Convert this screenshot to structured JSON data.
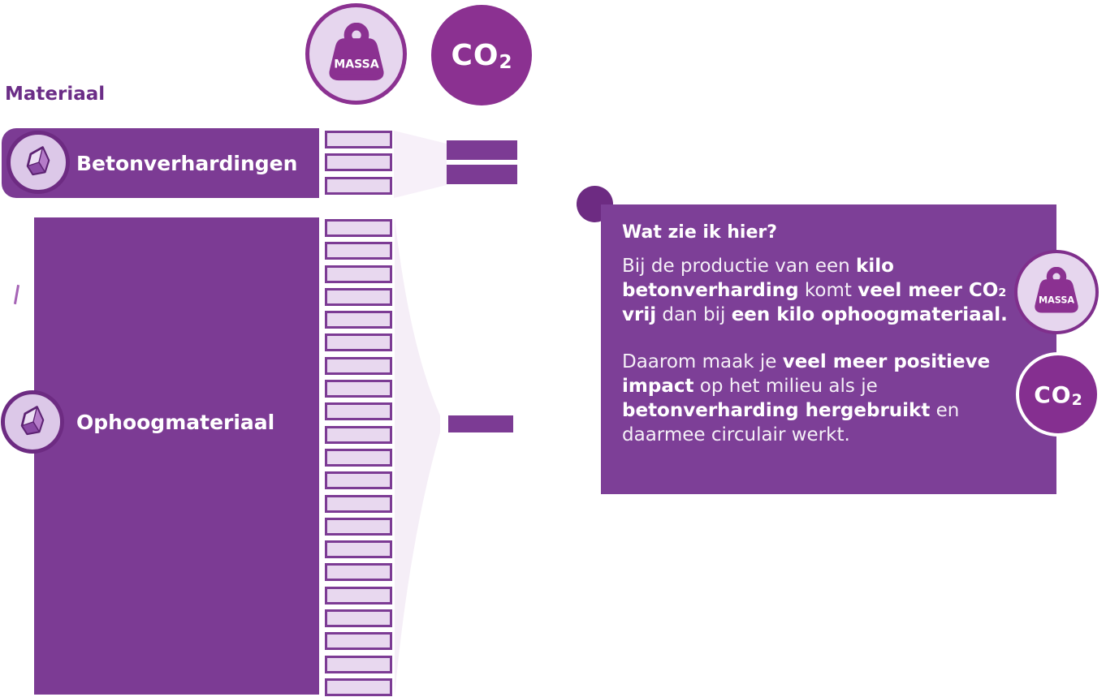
{
  "title": "Materiaal",
  "legend": {
    "massa": {
      "label": "MASSA"
    },
    "co2": {
      "text": "CO",
      "sub": "2"
    }
  },
  "rows": [
    {
      "label": "Betonverhardingen",
      "mass_units": 3,
      "co2_units": 2
    },
    {
      "label": "Ophoogmateriaal",
      "mass_units": 21,
      "co2_units": 1
    }
  ],
  "infobox": {
    "title": "Wat zie ik hier?",
    "paragraph1": {
      "seg1": "Bij de productie van een ",
      "seg2": "kilo betonverharding",
      "seg3": " komt ",
      "seg4": "veel meer CO₂ vrij",
      "seg5": " dan bij ",
      "seg6": "een kilo ophoogmateriaal."
    },
    "paragraph2": {
      "seg1": "Daarom maak je ",
      "seg2": "veel meer positieve impact",
      "seg3": " op het milieu als je ",
      "seg4": "betonverharding hergebruikt",
      "seg5": " en daarmee circulair werkt."
    }
  },
  "stray_mark": "/",
  "colors": {
    "purple_primary": "#7c3b94",
    "purple_infobox": "#7d3f97",
    "purple_dark": "#6d2b82",
    "magenta_icon": "#8b3191",
    "lavender_unit_fill": "#e8d8ef",
    "lavender_circle_fill": "#e6d6ee",
    "badge_fill": "#dcc8e8",
    "funnel_light": "#f6eff8",
    "heading_text": "#6b2d87",
    "text_white": "#ffffff"
  }
}
